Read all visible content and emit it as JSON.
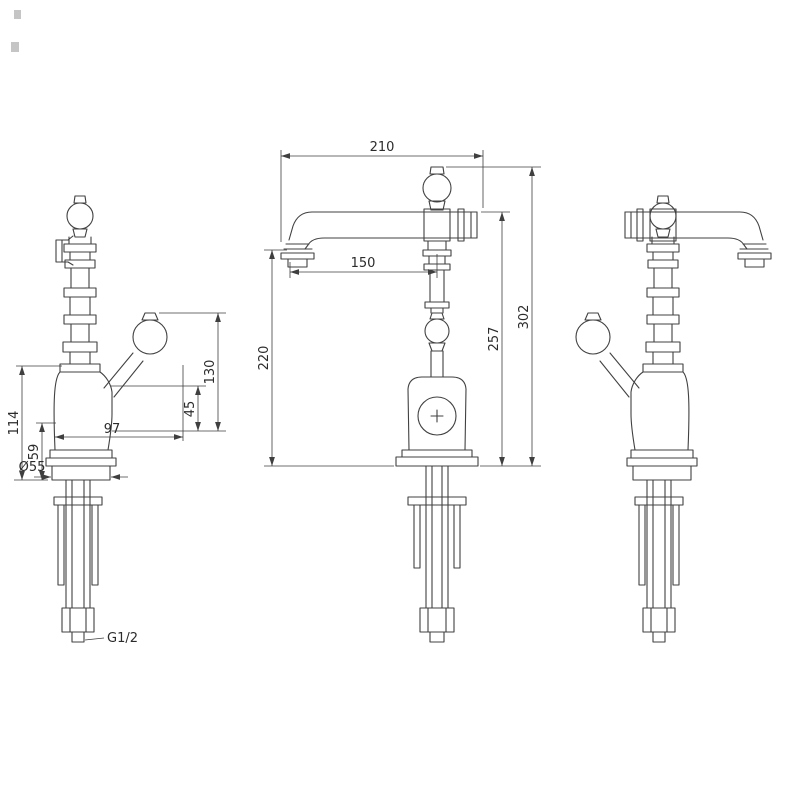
{
  "drawing": {
    "background": "#ffffff",
    "line_color": "#414141",
    "dim_color": "#3f3f3f"
  },
  "dims": {
    "top_width": "210",
    "spout_reach": "150",
    "outlet_height": "220",
    "spout_height": "257",
    "total_height": "302",
    "handle_height": "130",
    "handle_drop": "45",
    "side_total": "114",
    "side_lower": "59",
    "handle_reach": "97",
    "base_diameter": "Ø55",
    "thread": "G1/2"
  }
}
